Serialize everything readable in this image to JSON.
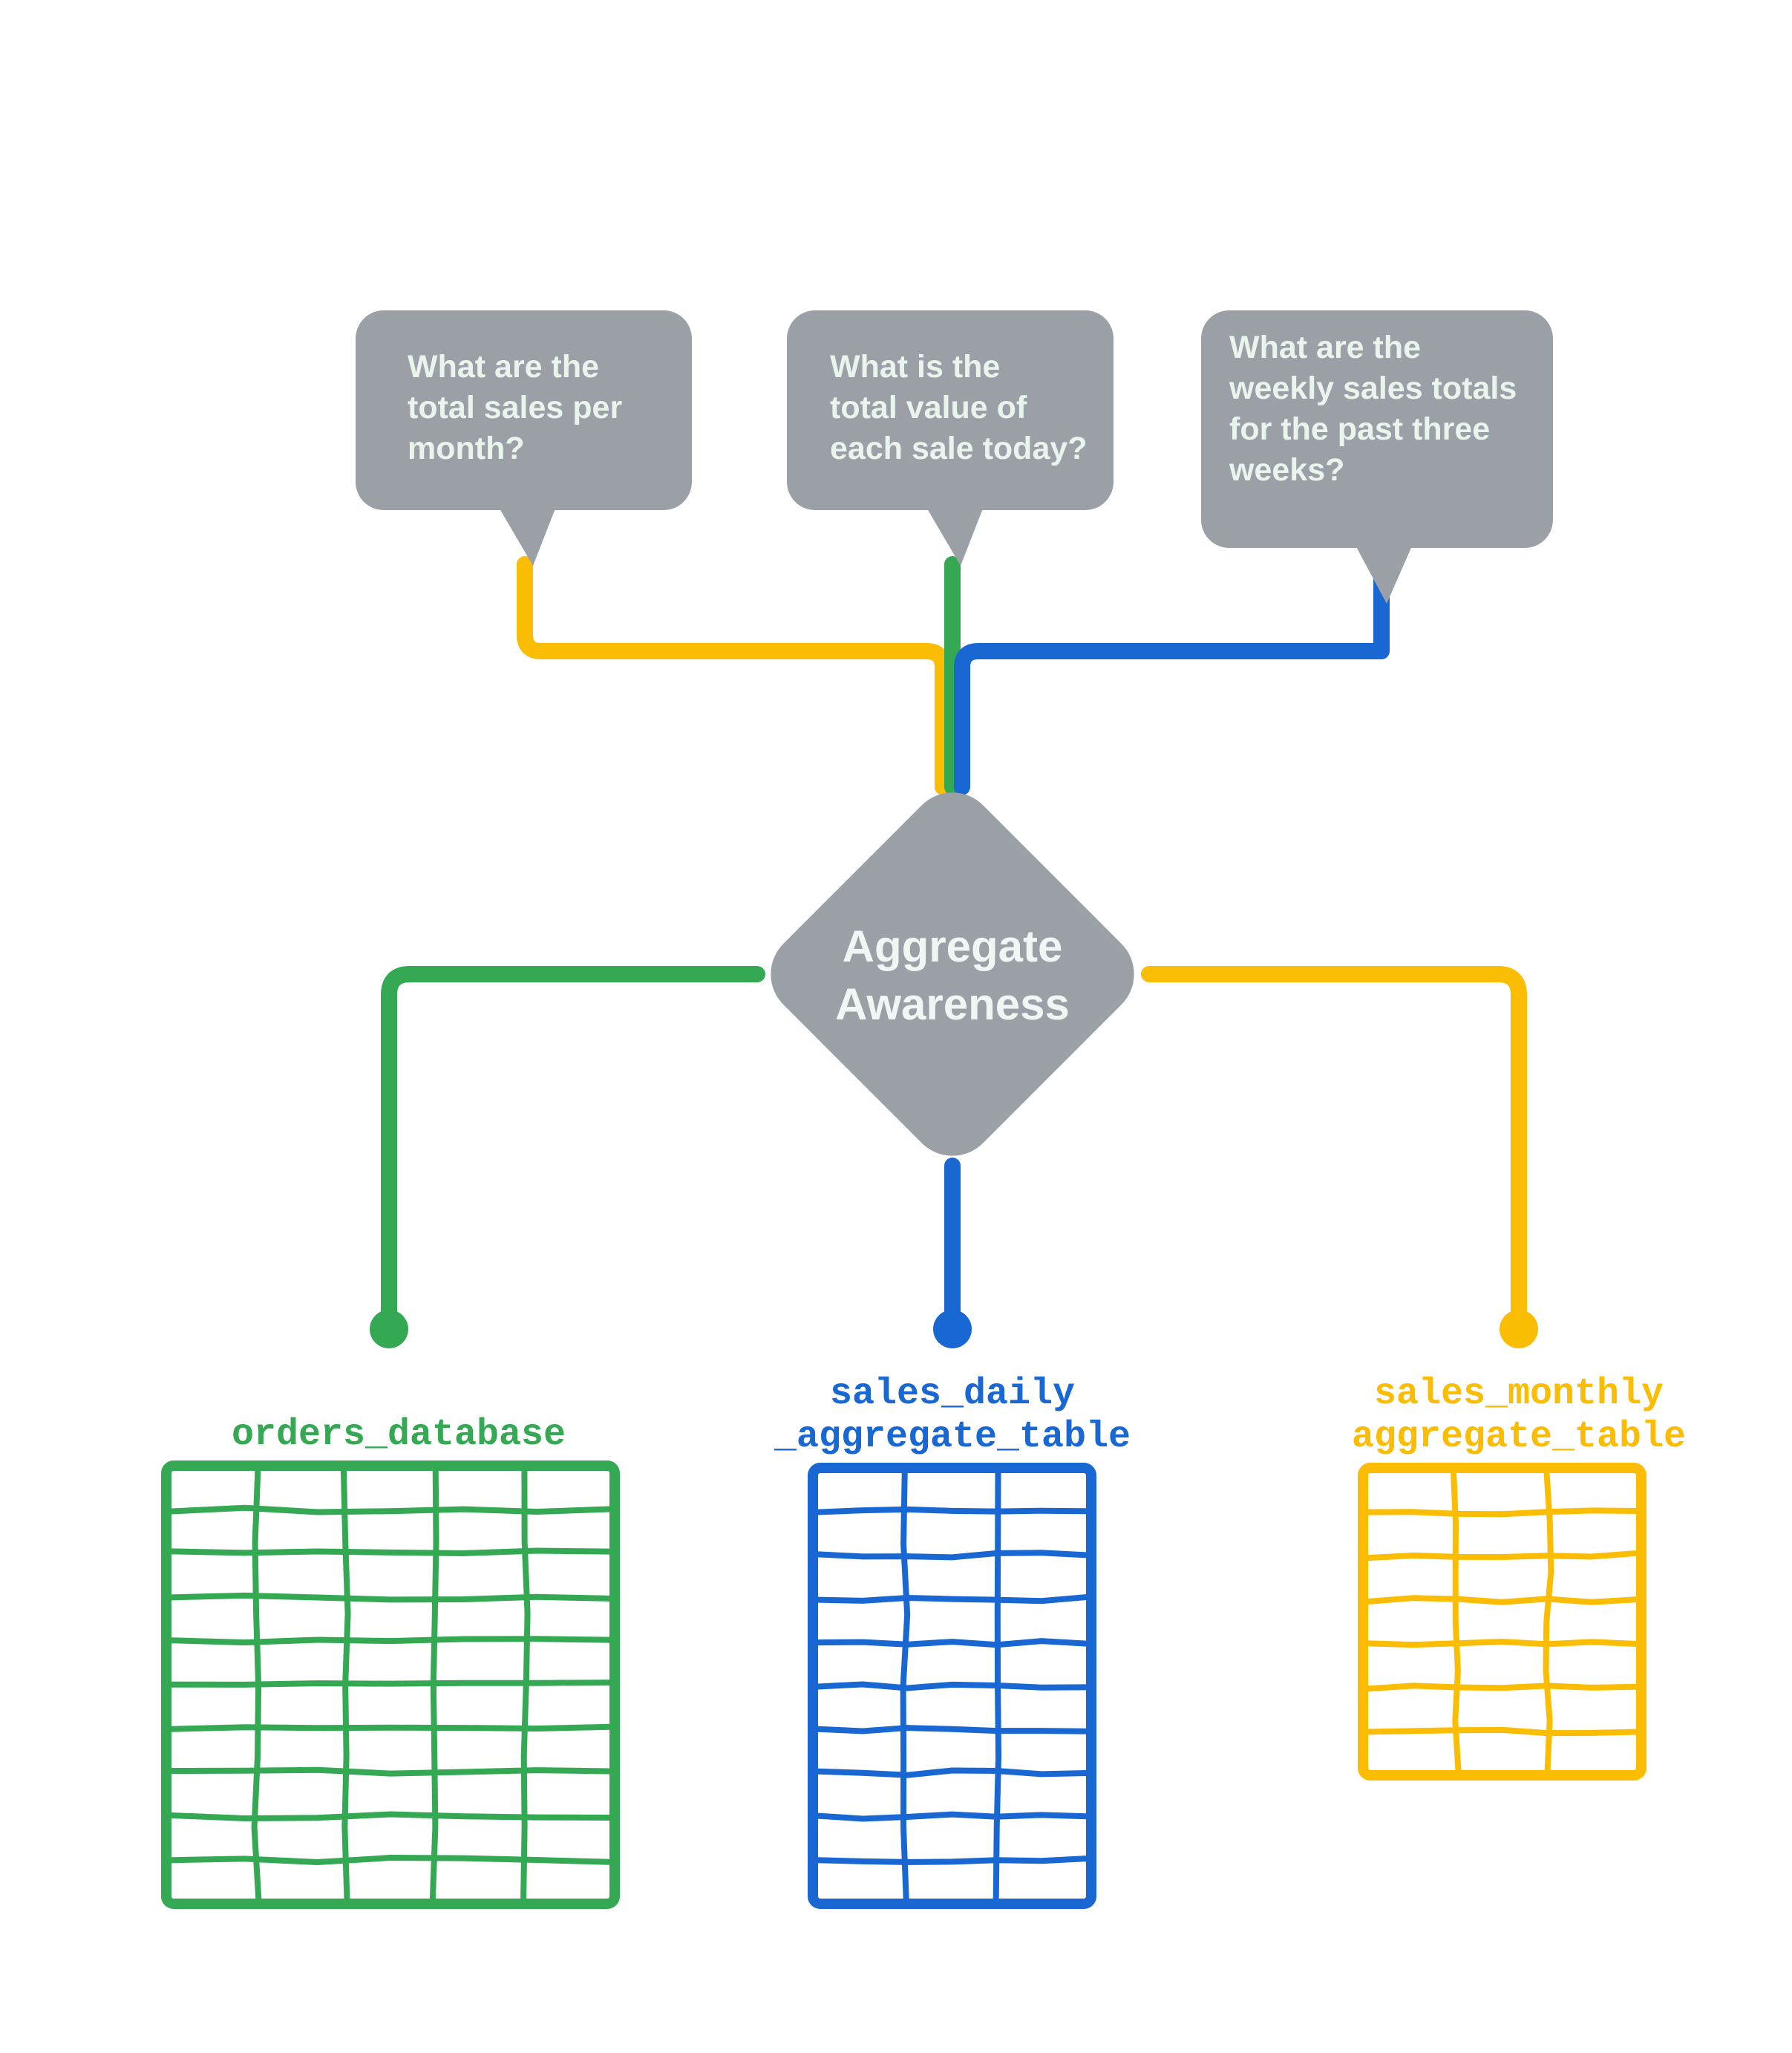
{
  "diagram": {
    "title": "Aggregate Awareness",
    "center_node": {
      "label_line1": "Aggregate",
      "label_line2": "Awareness",
      "shape": "diamond",
      "fill": "#9AA0A6",
      "text_color": "#F1F6F4"
    },
    "colors": {
      "gray": "#9AA0A6",
      "green": "#34A853",
      "blue": "#1967D2",
      "amber": "#FBBC04",
      "bubble_text": "#E8F4EC",
      "background": "#FFFFFF"
    },
    "questions": [
      {
        "id": "question-monthly",
        "lines": [
          "What are the",
          "total sales per",
          "month?"
        ],
        "text": "What are the total sales per month?",
        "connector_color": "#FBBC04",
        "routes_to": "sales_monthly_aggregate_table"
      },
      {
        "id": "question-daily",
        "lines": [
          "What is the",
          "total value of",
          "each sale today?"
        ],
        "text": "What is the total value of each sale today?",
        "connector_color": "#34A853",
        "routes_to": "orders_database"
      },
      {
        "id": "question-weekly",
        "lines": [
          "What are the",
          "weekly sales totals",
          "for the past three",
          "weeks?"
        ],
        "text": "What are the weekly sales totals for the past three weeks?",
        "connector_color": "#1967D2",
        "routes_to": "sales_daily_aggregate_table"
      }
    ],
    "data_sources": [
      {
        "id": "orders_database",
        "lines": [
          "orders_database"
        ],
        "name": "orders_database",
        "color": "#34A853",
        "columns": 5,
        "rows": 10
      },
      {
        "id": "sales_daily_aggregate_table",
        "lines": [
          "sales_daily",
          "_aggregate_table"
        ],
        "name": "sales_daily_aggregate_table",
        "color": "#1967D2",
        "columns": 3,
        "rows": 10
      },
      {
        "id": "sales_monthly_aggregate_table",
        "lines": [
          "sales_monthly",
          "aggregate_table"
        ],
        "name": "sales_monthly_aggregate_table",
        "color": "#FBBC04",
        "columns": 3,
        "rows": 7
      }
    ]
  }
}
